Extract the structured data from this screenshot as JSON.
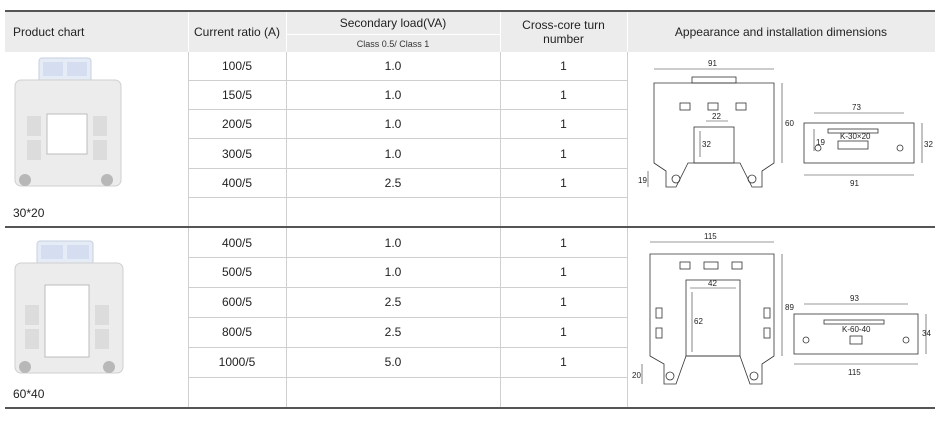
{
  "header": {
    "product_chart": "Product chart",
    "current_ratio": "Current ratio (A)",
    "secondary_load": "Secondary load(VA)",
    "class_label": "Class 0.5/ Class  1",
    "cross_core": "Cross-core turn number",
    "appearance": "Appearance and installation dimensions"
  },
  "products": [
    {
      "name": "30*20",
      "rows": [
        {
          "ratio": "100/5",
          "load": "1.0",
          "turns": "1"
        },
        {
          "ratio": "150/5",
          "load": "1.0",
          "turns": "1"
        },
        {
          "ratio": "200/5",
          "load": "1.0",
          "turns": "1"
        },
        {
          "ratio": "300/5",
          "load": "1.0",
          "turns": "1"
        },
        {
          "ratio": "400/5",
          "load": "2.5",
          "turns": "1"
        },
        {
          "ratio": "",
          "load": "",
          "turns": ""
        }
      ],
      "dims": {
        "width": "91",
        "height": "60",
        "window_w": "22",
        "window_h": "32",
        "foot": "19",
        "side_top": "73",
        "side_bottom": "91",
        "side_left": "19",
        "side_right": "32",
        "model": "K-30×20"
      }
    },
    {
      "name": "60*40",
      "rows": [
        {
          "ratio": "400/5",
          "load": "1.0",
          "turns": "1"
        },
        {
          "ratio": "500/5",
          "load": "1.0",
          "turns": "1"
        },
        {
          "ratio": "600/5",
          "load": "2.5",
          "turns": "1"
        },
        {
          "ratio": "800/5",
          "load": "2.5",
          "turns": "1"
        },
        {
          "ratio": "1000/5",
          "load": "5.0",
          "turns": "1"
        },
        {
          "ratio": "",
          "load": "",
          "turns": ""
        }
      ],
      "dims": {
        "width": "115",
        "height": "89",
        "window_w": "42",
        "window_h": "62",
        "foot": "20",
        "side_top": "93",
        "side_bottom": "115",
        "side_right": "34",
        "model": "K-60-40"
      }
    }
  ],
  "colors": {
    "header_bg": "#ececec",
    "rule": "#555555",
    "grid": "#cfcfcf"
  }
}
